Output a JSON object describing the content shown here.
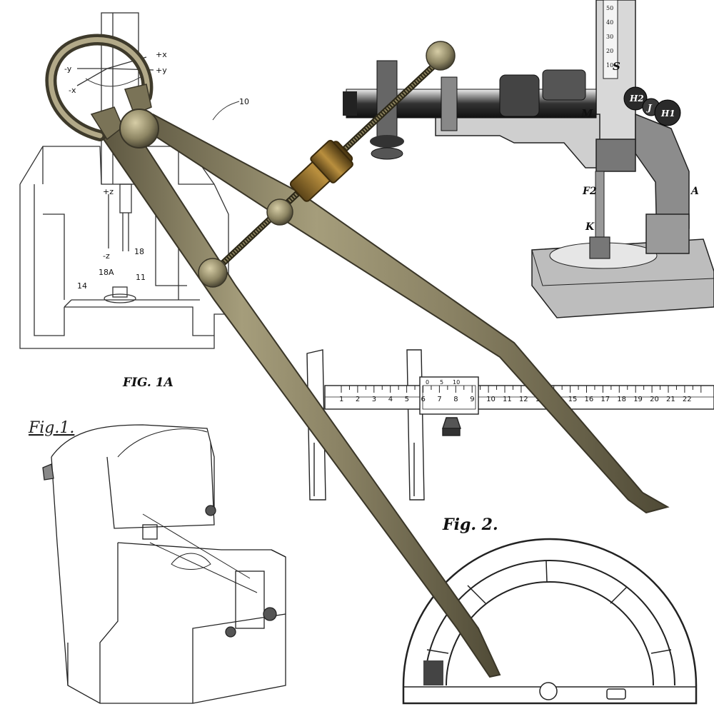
{
  "fig1a": {
    "caption": "FIG. 1A",
    "axis_labels": [
      "+x",
      "-y",
      "+y",
      "-x",
      "+z",
      "-z"
    ],
    "ref_numbers": [
      "10",
      "18",
      "18A",
      "14",
      "11"
    ]
  },
  "stand": {
    "letters": [
      "M",
      "S",
      "H2",
      "J",
      "H1",
      "F2",
      "K",
      "A"
    ],
    "scale_ticks": [
      "50",
      "40",
      "30",
      "20",
      "10"
    ]
  },
  "caliper": {
    "scale_numbers": [
      "1",
      "2",
      "3",
      "4",
      "5",
      "6",
      "7",
      "8",
      "9",
      "10",
      "11",
      "12",
      "13",
      "14",
      "15",
      "16",
      "17",
      "18",
      "19",
      "20",
      "21",
      "22"
    ],
    "vernier_numbers": [
      "0",
      "5",
      "10"
    ]
  },
  "fig2": {
    "caption": "Fig. 2."
  },
  "fig1": {
    "caption": "Fig.1."
  }
}
